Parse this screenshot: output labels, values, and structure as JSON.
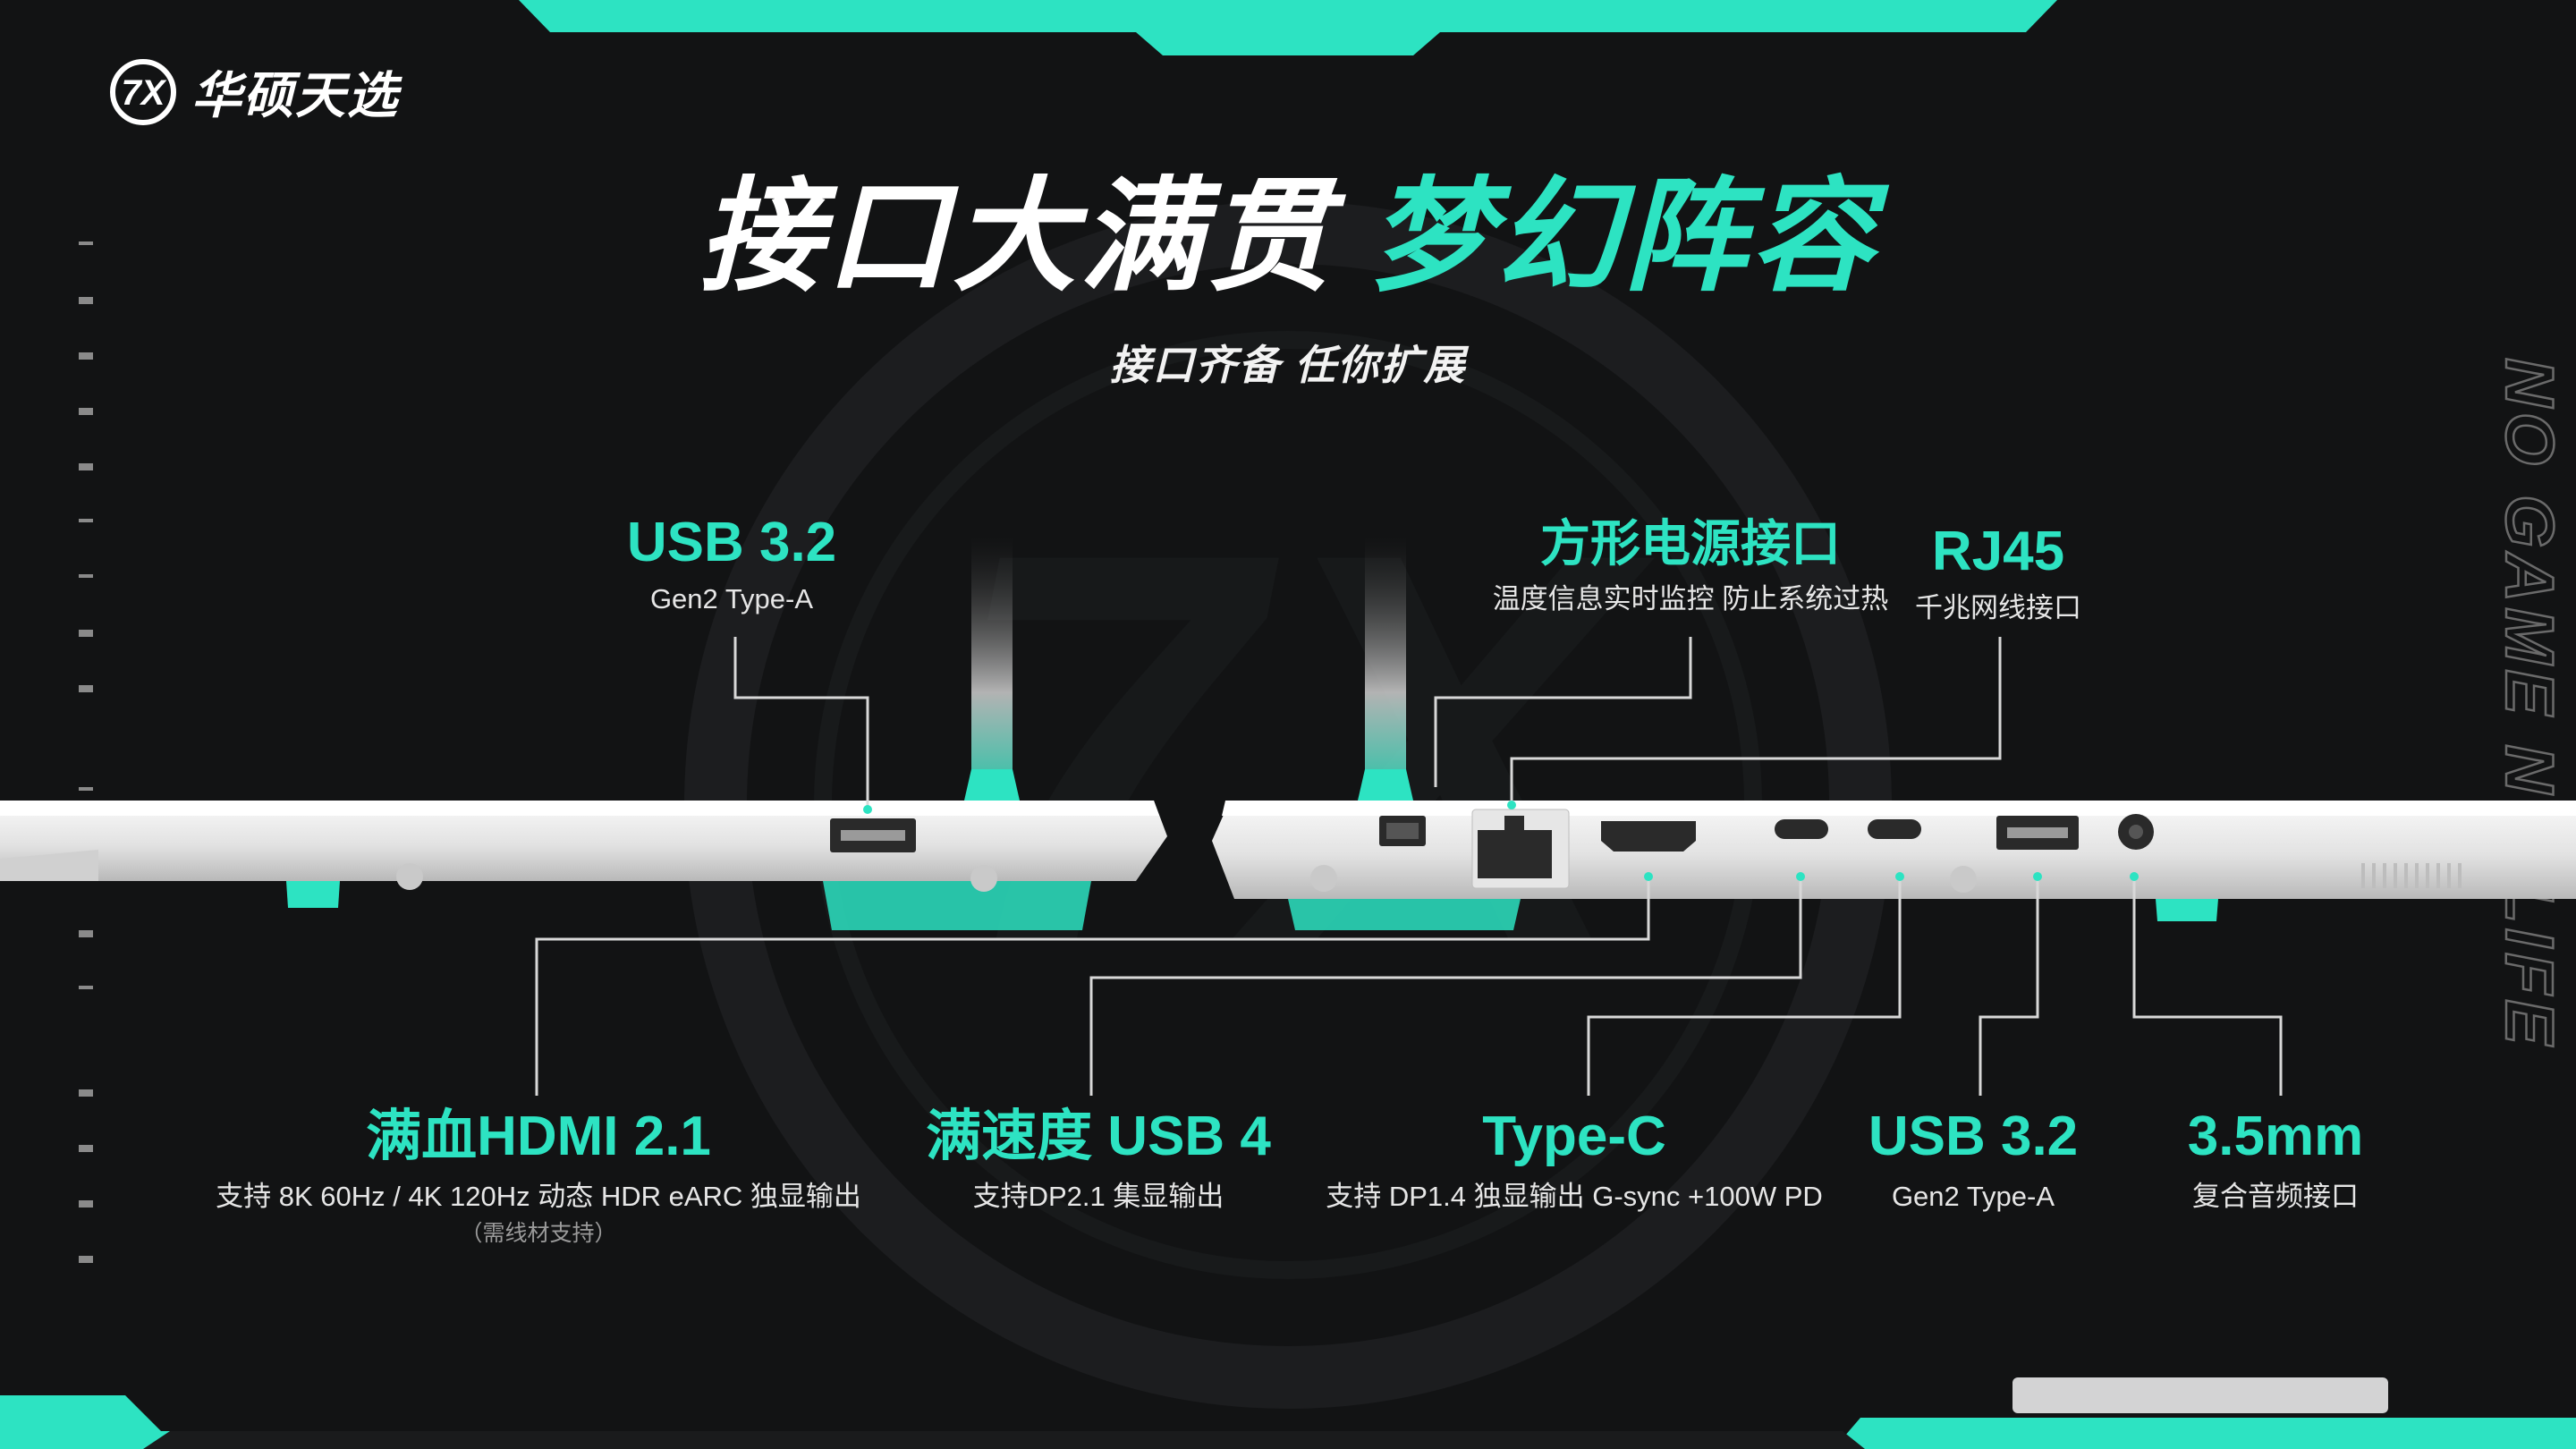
{
  "brand": {
    "logo_text": "华硕天选"
  },
  "headline": {
    "white_part": "接口大满贯",
    "teal_part": "梦幻阵容",
    "subtitle": "接口齐备 任你扩展"
  },
  "side_text": "NO GAME NO LIFE",
  "ports": {
    "usb_left": {
      "title": "USB 3.2",
      "sub": "Gen2 Type-A"
    },
    "power": {
      "title": "方形电源接口",
      "sub": "温度信息实时监控 防止系统过热"
    },
    "rj45": {
      "title": "RJ45",
      "sub": "千兆网线接口"
    },
    "hdmi": {
      "title": "满血HDMI 2.1",
      "sub": "支持 8K 60Hz / 4K 120Hz  动态 HDR eARC 独显输出",
      "note": "（需线材支持）"
    },
    "usb4": {
      "title": "满速度 USB 4",
      "sub": "支持DP2.1 集显输出"
    },
    "typec": {
      "title": "Type-C",
      "sub": "支持 DP1.4 独显输出 G-sync +100W PD"
    },
    "usb_right": {
      "title": "USB 3.2",
      "sub": "Gen2 Type-A"
    },
    "audio": {
      "title": "3.5mm",
      "sub": "复合音频接口"
    }
  },
  "colors": {
    "accent": "#2de3c2",
    "background": "#121314",
    "chassis": "#eeeeee"
  }
}
